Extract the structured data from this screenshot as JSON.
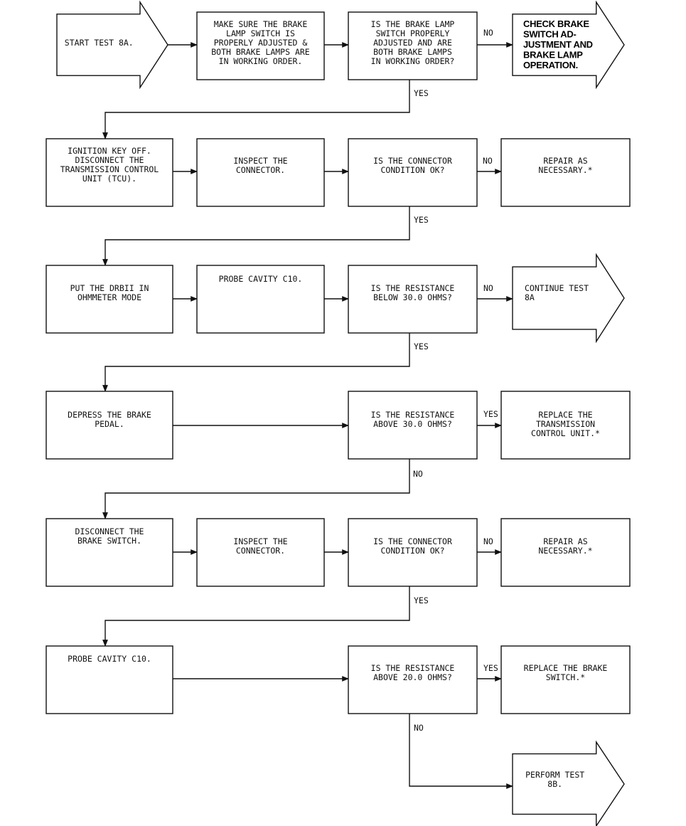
{
  "nodes": [
    {
      "id": "start",
      "shape": "arrow",
      "lines": [
        "START TEST 8A."
      ]
    },
    {
      "id": "check-adjust",
      "shape": "box",
      "lines": [
        "MAKE SURE THE BRAKE",
        "LAMP SWITCH IS",
        "PROPERLY ADJUSTED &",
        "BOTH BRAKE LAMPS ARE",
        "IN WORKING ORDER."
      ]
    },
    {
      "id": "q-adjusted",
      "shape": "box",
      "lines": [
        "IS THE BRAKE LAMP",
        "SWITCH PROPERLY",
        "ADJUSTED AND ARE",
        "BOTH BRAKE LAMPS",
        "IN WORKING ORDER?"
      ]
    },
    {
      "id": "check-brake-switch",
      "shape": "arrow",
      "bold": true,
      "lines": [
        "CHECK BRAKE",
        "SWITCH AD-",
        "JUSTMENT AND",
        "BRAKE LAMP",
        "OPERATION."
      ]
    },
    {
      "id": "ignition-off",
      "shape": "box",
      "lines": [
        "IGNITION KEY OFF.",
        "DISCONNECT THE",
        "TRANSMISSION CONTROL",
        "UNIT (TCU)."
      ]
    },
    {
      "id": "inspect-1",
      "shape": "box",
      "lines": [
        "INSPECT THE",
        "CONNECTOR."
      ]
    },
    {
      "id": "q-connector-1",
      "shape": "box",
      "lines": [
        "IS THE CONNECTOR",
        "CONDITION OK?"
      ]
    },
    {
      "id": "repair-1",
      "shape": "box",
      "lines": [
        "REPAIR AS",
        "NECESSARY.*"
      ]
    },
    {
      "id": "ohmmeter",
      "shape": "box",
      "lines": [
        "PUT THE DRBII IN",
        "OHMMETER MODE"
      ]
    },
    {
      "id": "probe-1",
      "shape": "box",
      "lines": [
        "PROBE CAVITY C10."
      ]
    },
    {
      "id": "q-below-30",
      "shape": "box",
      "lines": [
        "IS THE RESISTANCE",
        "BELOW 30.0 OHMS?"
      ]
    },
    {
      "id": "continue-8a",
      "shape": "arrow",
      "lines": [
        "CONTINUE TEST",
        "8A"
      ]
    },
    {
      "id": "depress-pedal",
      "shape": "box",
      "lines": [
        "DEPRESS THE BRAKE",
        "PEDAL."
      ]
    },
    {
      "id": "q-above-30",
      "shape": "box",
      "lines": [
        "IS THE RESISTANCE",
        "ABOVE 30.0 OHMS?"
      ]
    },
    {
      "id": "replace-tcu",
      "shape": "box",
      "lines": [
        "REPLACE THE",
        "TRANSMISSION",
        "CONTROL UNIT.*"
      ]
    },
    {
      "id": "disconnect-switch",
      "shape": "box",
      "lines": [
        "DISCONNECT THE",
        "BRAKE SWITCH."
      ]
    },
    {
      "id": "inspect-2",
      "shape": "box",
      "lines": [
        "INSPECT THE",
        "CONNECTOR."
      ]
    },
    {
      "id": "q-connector-2",
      "shape": "box",
      "lines": [
        "IS THE CONNECTOR",
        "CONDITION OK?"
      ]
    },
    {
      "id": "repair-2",
      "shape": "box",
      "lines": [
        "REPAIR AS",
        "NECESSARY.*"
      ]
    },
    {
      "id": "probe-2",
      "shape": "box",
      "lines": [
        "PROBE CAVITY C10."
      ]
    },
    {
      "id": "q-above-20",
      "shape": "box",
      "lines": [
        "IS THE RESISTANCE",
        "ABOVE 20.0 OHMS?"
      ]
    },
    {
      "id": "replace-switch",
      "shape": "box",
      "lines": [
        "REPLACE THE BRAKE",
        "SWITCH.*"
      ]
    },
    {
      "id": "perform-8b",
      "shape": "arrow",
      "lines": [
        "PERFORM TEST",
        "8B."
      ]
    }
  ],
  "edges": [
    {
      "id": "e-start-check",
      "from": "start",
      "to": "check-adjust",
      "label": ""
    },
    {
      "id": "e-check-q",
      "from": "check-adjust",
      "to": "q-adjusted",
      "label": ""
    },
    {
      "id": "e-q-adjusted-no",
      "from": "q-adjusted",
      "to": "check-brake-switch",
      "label": "NO"
    },
    {
      "id": "e-q-adjusted-yes",
      "from": "q-adjusted",
      "to": "ignition-off",
      "label": "YES"
    },
    {
      "id": "e-ignition-inspect",
      "from": "ignition-off",
      "to": "inspect-1",
      "label": ""
    },
    {
      "id": "e-inspect-q1",
      "from": "inspect-1",
      "to": "q-connector-1",
      "label": ""
    },
    {
      "id": "e-q1-no",
      "from": "q-connector-1",
      "to": "repair-1",
      "label": "NO"
    },
    {
      "id": "e-q1-yes",
      "from": "q-connector-1",
      "to": "ohmmeter",
      "label": "YES"
    },
    {
      "id": "e-ohm-probe",
      "from": "ohmmeter",
      "to": "probe-1",
      "label": ""
    },
    {
      "id": "e-probe-q30",
      "from": "probe-1",
      "to": "q-below-30",
      "label": ""
    },
    {
      "id": "e-q30-no",
      "from": "q-below-30",
      "to": "continue-8a",
      "label": "NO"
    },
    {
      "id": "e-q30-yes",
      "from": "q-below-30",
      "to": "depress-pedal",
      "label": "YES"
    },
    {
      "id": "e-pedal-q",
      "from": "depress-pedal",
      "to": "q-above-30",
      "label": ""
    },
    {
      "id": "e-qa30-yes",
      "from": "q-above-30",
      "to": "replace-tcu",
      "label": "YES"
    },
    {
      "id": "e-qa30-no",
      "from": "q-above-30",
      "to": "disconnect-switch",
      "label": "NO"
    },
    {
      "id": "e-disc-inspect",
      "from": "disconnect-switch",
      "to": "inspect-2",
      "label": ""
    },
    {
      "id": "e-inspect-q2",
      "from": "inspect-2",
      "to": "q-connector-2",
      "label": ""
    },
    {
      "id": "e-q2-no",
      "from": "q-connector-2",
      "to": "repair-2",
      "label": "NO"
    },
    {
      "id": "e-q2-yes",
      "from": "q-connector-2",
      "to": "probe-2",
      "label": "YES"
    },
    {
      "id": "e-probe2-q20",
      "from": "probe-2",
      "to": "q-above-20",
      "label": ""
    },
    {
      "id": "e-q20-yes",
      "from": "q-above-20",
      "to": "replace-switch",
      "label": "YES"
    },
    {
      "id": "e-q20-no",
      "from": "q-above-20",
      "to": "perform-8b",
      "label": "NO"
    }
  ]
}
